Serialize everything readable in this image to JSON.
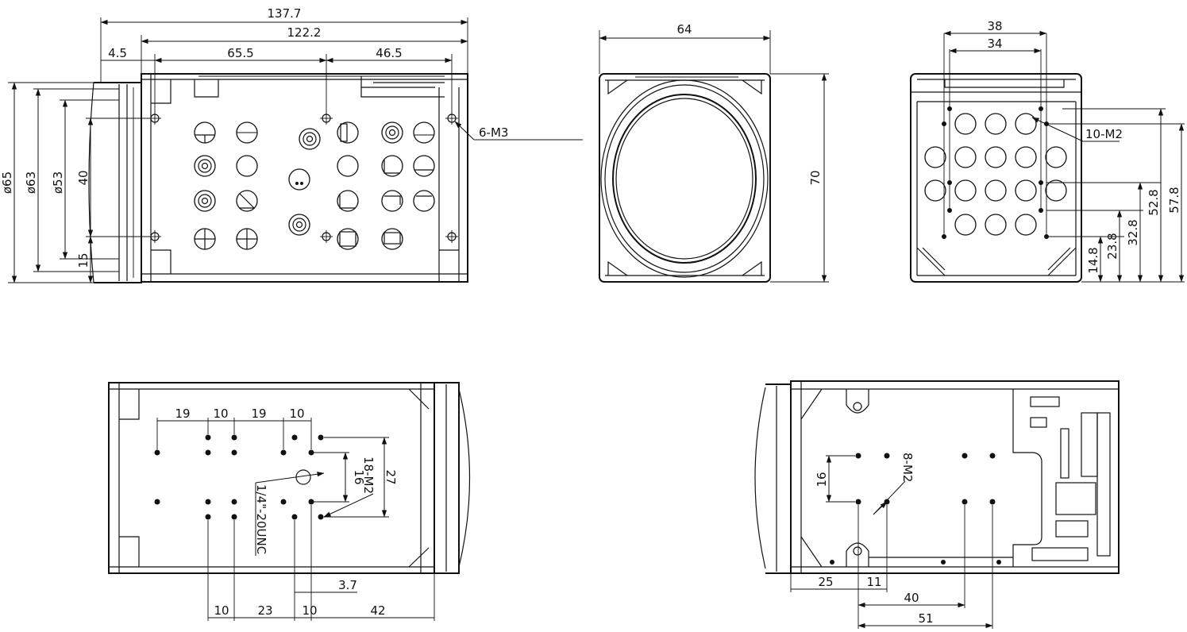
{
  "dimensions": {
    "top_left": {
      "overall_length": "137.7",
      "body_length": "122.2",
      "front_offset": "4.5",
      "hole_spacing_a": "65.5",
      "hole_spacing_b": "46.5",
      "diameter_outer": "ø65",
      "diameter_63": "ø63",
      "diameter_53": "ø53",
      "height_40": "40",
      "height_15": "15",
      "thread_callout": "6-M3"
    },
    "top_middle": {
      "width": "64",
      "height": "70"
    },
    "top_right": {
      "width_38": "38",
      "width_34": "34",
      "thread_callout": "10-M2",
      "h_57_8": "57.8",
      "h_52_8": "52.8",
      "h_32_8": "32.8",
      "h_23_8": "23.8",
      "h_14_8": "14.8"
    },
    "bottom_left": {
      "top_19a": "19",
      "top_10a": "10",
      "top_19b": "19",
      "top_10b": "10",
      "thread_callout": "18-M2",
      "tripod_callout": "1/4\"-20UNC",
      "v_16": "16",
      "v_27": "27",
      "offset_3_7": "3.7",
      "bot_10a": "10",
      "bot_23": "23",
      "bot_10b": "10",
      "bot_42": "42"
    },
    "bottom_right": {
      "thread_callout": "8-M2",
      "v_16": "16",
      "bot_25": "25",
      "bot_11": "11",
      "bot_40": "40",
      "bot_51": "51"
    }
  },
  "colors": {
    "line": "#111111",
    "background": "#ffffff"
  }
}
